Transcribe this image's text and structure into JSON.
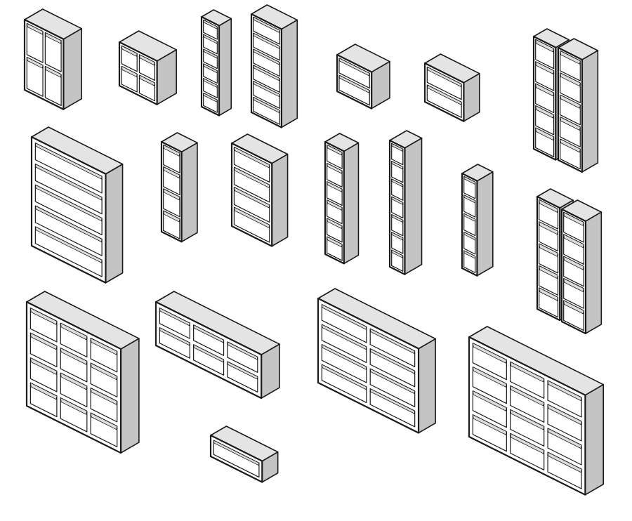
{
  "colors": {
    "background": "#ffffff",
    "outline": "#1a1a1a",
    "front": "#ffffff",
    "top": "#e4e4e4",
    "side": "#c4c4c4",
    "cell_back": "#dcdcdc"
  },
  "units": [
    {
      "rows": 2,
      "cols": 2
    },
    {
      "rows": 2,
      "cols": 2
    },
    {
      "rows": 6,
      "cols": 1
    },
    {
      "rows": 6,
      "cols": 1
    },
    {
      "rows": 2,
      "cols": 1
    },
    {
      "rows": 2,
      "cols": 1
    },
    {
      "rows": 5,
      "cols": 1
    },
    {
      "rows": 5,
      "cols": 1
    },
    {
      "rows": 5,
      "cols": 1
    },
    {
      "rows": 4,
      "cols": 1
    },
    {
      "rows": 4,
      "cols": 1
    },
    {
      "rows": 6,
      "cols": 1
    },
    {
      "rows": 7,
      "cols": 1
    },
    {
      "rows": 5,
      "cols": 1
    },
    {
      "rows": 5,
      "cols": 1
    },
    {
      "rows": 5,
      "cols": 1
    },
    {
      "rows": 4,
      "cols": 3
    },
    {
      "rows": 2,
      "cols": 3
    },
    {
      "rows": 1,
      "cols": 1
    },
    {
      "rows": 4,
      "cols": 2
    },
    {
      "rows": 4,
      "cols": 3
    }
  ]
}
